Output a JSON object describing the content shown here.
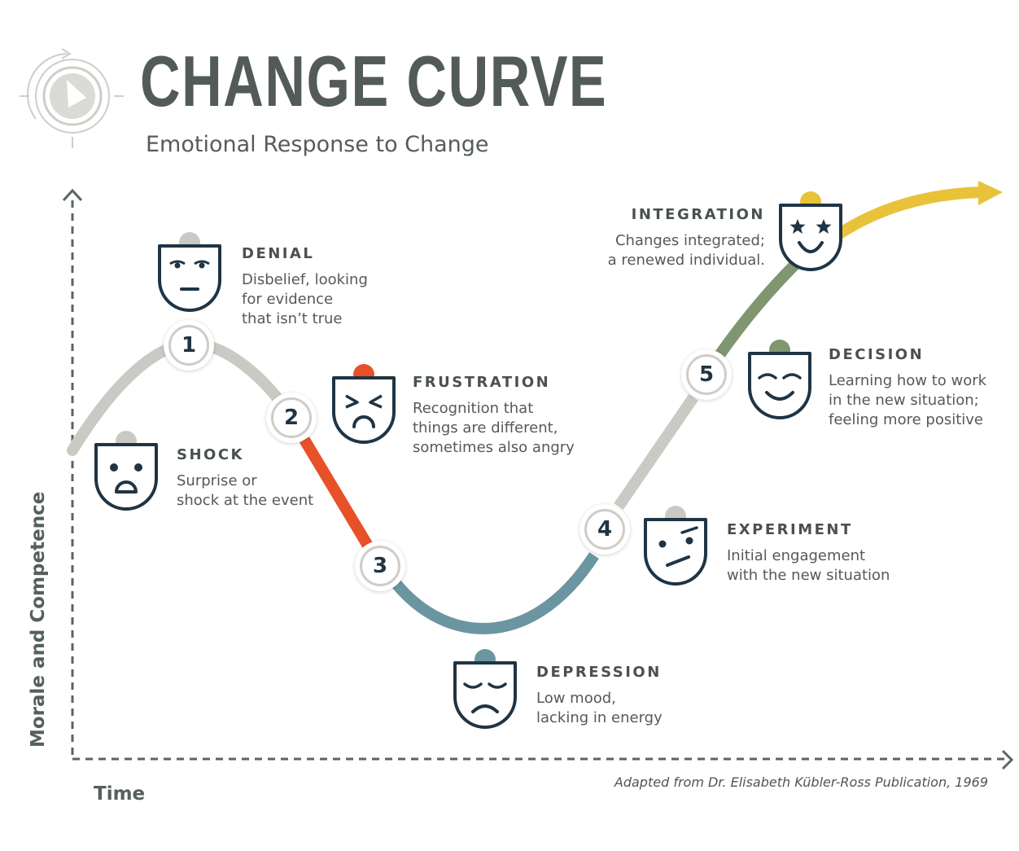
{
  "header": {
    "title": "CHANGE CURVE",
    "subtitle": "Emotional Response to Change"
  },
  "axes": {
    "y_label": "Morale and Competence",
    "x_label": "Time"
  },
  "source": "Adapted from Dr. Elisabeth Kübler-Ross Publication, 1969",
  "colors": {
    "neutral": "#cbc9c4",
    "frustration": "#e8502a",
    "depression": "#6b96a1",
    "decision": "#7f9670",
    "integration": "#e8c33a",
    "face_stroke": "#1f3444",
    "axis": "#5a6462"
  },
  "stages": [
    {
      "key": "shock",
      "title": "SHOCK",
      "description": "Surprise or\nshock at the event",
      "icon": "shocked-face-icon"
    },
    {
      "key": "denial",
      "number": "1",
      "title": "DENIAL",
      "description": "Disbelief, looking\nfor evidence\nthat isn’t true",
      "icon": "neutral-face-icon"
    },
    {
      "key": "frustration",
      "number": "2",
      "title": "FRUSTRATION",
      "description": "Recognition that\nthings are different,\nsometimes also angry",
      "icon": "angry-face-icon"
    },
    {
      "key": "depression",
      "number": "3",
      "title": "DEPRESSION",
      "description": "Low mood,\nlacking in energy",
      "icon": "sad-face-icon"
    },
    {
      "key": "experiment",
      "number": "4",
      "title": "EXPERIMENT",
      "description": "Initial engagement\nwith the new situation",
      "icon": "skeptical-face-icon"
    },
    {
      "key": "decision",
      "number": "5",
      "title": "DECISION",
      "description": "Learning how to work\nin the new situation;\nfeeling more positive",
      "icon": "content-face-icon"
    },
    {
      "key": "integration",
      "title": "INTEGRATION",
      "description": "Changes integrated;\na renewed individual.",
      "icon": "star-eyes-face-icon"
    }
  ]
}
